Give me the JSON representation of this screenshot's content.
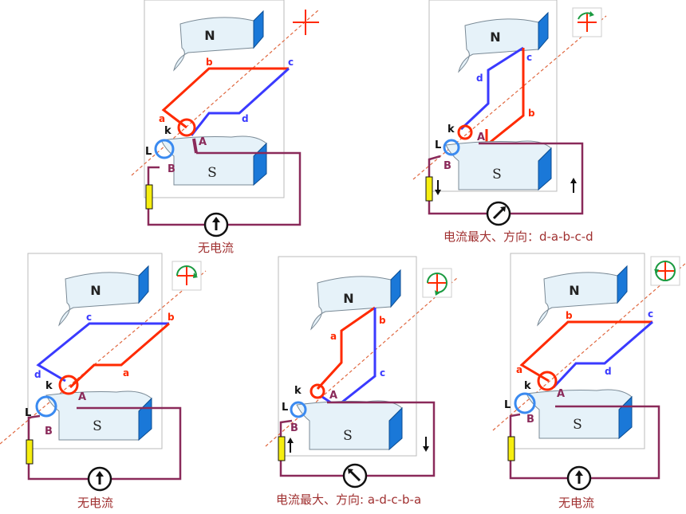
{
  "colors": {
    "red_coil": "#ff2a00",
    "blue_coil": "#3a3aff",
    "circuit": "#8a2a5a",
    "magnet_front": "#e6f2f9",
    "magnet_side": "#1a78d8",
    "magnet_edge": "#7a8a96",
    "resistor": "#f6ee10",
    "dashed_axis": "#e06840",
    "caption": "#a03030",
    "frame": "#bbbbbb"
  },
  "magnet_labels": {
    "north": "N",
    "south": "S"
  },
  "brush_labels": {
    "a": "A",
    "b": "B",
    "k": "k",
    "l": "L"
  },
  "panels": [
    {
      "caption": "无电流",
      "coil_labels": [
        "a",
        "b",
        "c",
        "d"
      ],
      "meter_icon": "meter-needle-up-icon",
      "indicator_icon": "axis-cross-icon"
    },
    {
      "caption": "电流最大、方向：d-a-b-c-d",
      "coil_labels": [
        "d",
        "c",
        "b",
        "a"
      ],
      "meter_icon": "meter-needle-right-icon",
      "indicator_icon": "rotation-quarter-icon"
    },
    {
      "caption": "无电流",
      "coil_labels": [
        "c",
        "b",
        "a",
        "d"
      ],
      "meter_icon": "meter-needle-up-icon",
      "indicator_icon": "rotation-half-icon"
    },
    {
      "caption": "电流最大、方向: a-d-c-b-a",
      "coil_labels": [
        "a",
        "b",
        "c",
        "d"
      ],
      "meter_icon": "meter-needle-left-icon",
      "indicator_icon": "rotation-three-quarter-icon"
    },
    {
      "caption": "无电流",
      "coil_labels": [
        "b",
        "c",
        "a",
        "d"
      ],
      "meter_icon": "meter-needle-up-icon",
      "indicator_icon": "rotation-full-icon"
    }
  ]
}
